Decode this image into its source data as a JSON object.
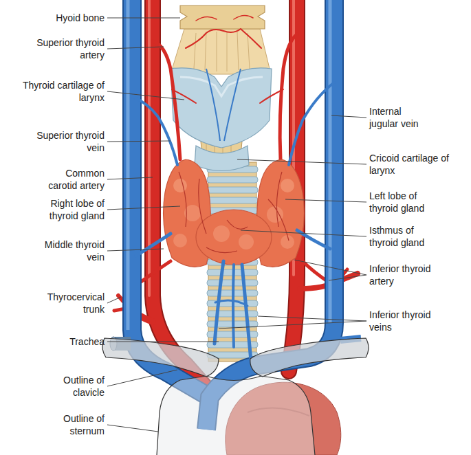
{
  "diagram": {
    "labels": [
      "Hyoid bone",
      "Superior thyroid artery",
      "Thyroid cartilage of larynx",
      "Internal jugular vein",
      "Superior thyroid vein",
      "Cricoid cartilage of larynx",
      "Common carotid artery",
      "Left lobe of thyroid gland",
      "Right lobe of thyroid gland",
      "Isthmus of thyroid gland",
      "Middle thyroid vein",
      "Inferior thyroid artery",
      "Thyrocervical trunk",
      "Inferior thyroid veins",
      "Trachea",
      "Outline of clavicle",
      "Outline of sternum"
    ]
  }
}
